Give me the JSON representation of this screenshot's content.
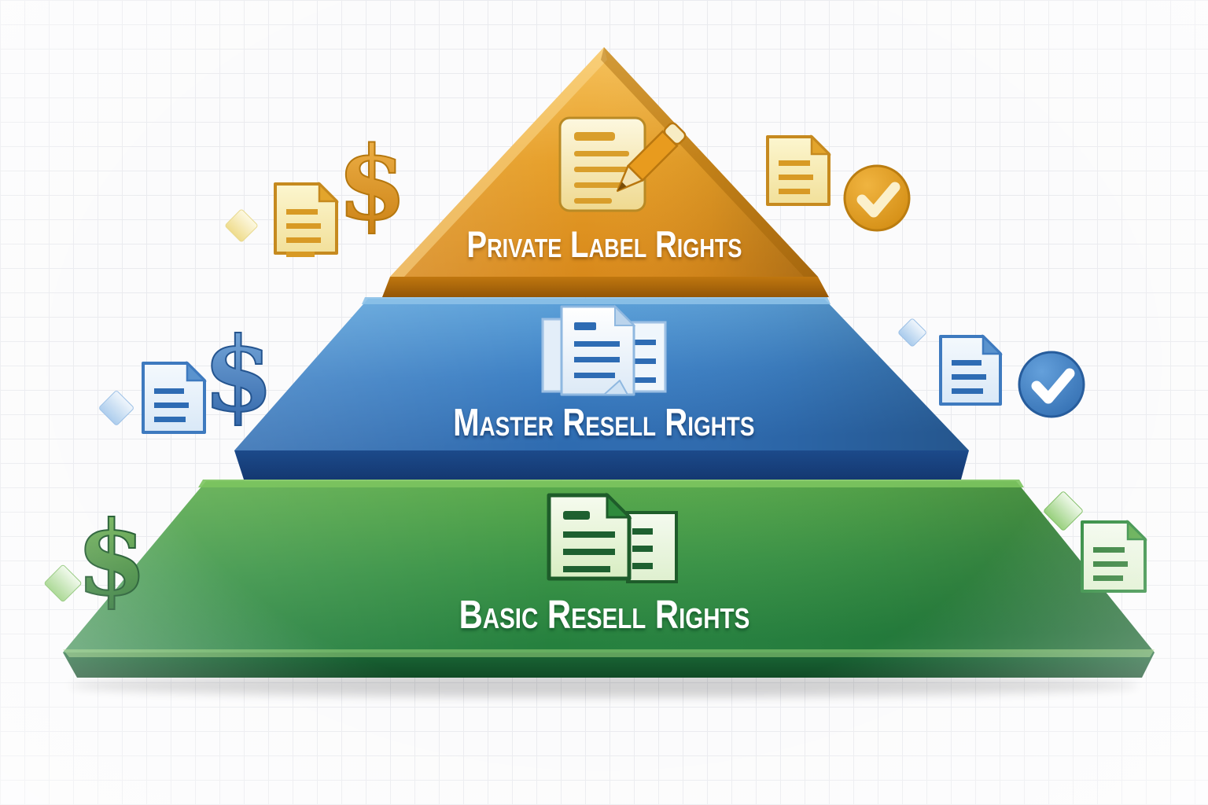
{
  "diagram_type": "three-tier pyramid infographic",
  "tiers": [
    {
      "id": "private-label-rights",
      "label": "Private Label Rights",
      "level": 1,
      "position": "top",
      "face_color": "#E69E27",
      "front_edge_color": "#A4650C",
      "icon": "document-with-pencil"
    },
    {
      "id": "master-resell-rights",
      "label": "Master Resell Rights",
      "level": 2,
      "position": "middle",
      "face_color": "#3D80C4",
      "front_edge_color": "#18427E",
      "icon": "stacked-documents"
    },
    {
      "id": "basic-resell-rights",
      "label": "Basic Resell Rights",
      "level": 3,
      "position": "bottom",
      "face_color": "#3B9447",
      "front_edge_color": "#145129",
      "icon": "stacked-documents"
    }
  ],
  "glyphs": {
    "dollar": "$"
  },
  "floating_icons": [
    {
      "name": "diamond",
      "color": "yellow",
      "position": "upper-left"
    },
    {
      "name": "document",
      "color": "yellow",
      "position": "upper-left"
    },
    {
      "name": "dollar-sign",
      "color": "orange",
      "position": "upper-left"
    },
    {
      "name": "document",
      "color": "yellow",
      "position": "upper-right"
    },
    {
      "name": "check-circle",
      "color": "orange",
      "position": "upper-right"
    },
    {
      "name": "diamond",
      "color": "blue",
      "position": "middle-left"
    },
    {
      "name": "document",
      "color": "blue",
      "position": "middle-left"
    },
    {
      "name": "dollar-sign",
      "color": "blue",
      "position": "middle-left"
    },
    {
      "name": "diamond",
      "color": "blue",
      "position": "middle-right"
    },
    {
      "name": "document",
      "color": "blue",
      "position": "middle-right"
    },
    {
      "name": "check-circle",
      "color": "blue",
      "position": "middle-right"
    },
    {
      "name": "dollar-sign",
      "color": "green",
      "position": "lower-left"
    },
    {
      "name": "diamond",
      "color": "green",
      "position": "lower-left"
    },
    {
      "name": "diamond",
      "color": "green",
      "position": "lower-right"
    },
    {
      "name": "document",
      "color": "green",
      "position": "lower-right"
    }
  ],
  "palette": {
    "orange_light": "#F6C25C",
    "orange_dark": "#D8891B",
    "blue_light": "#61A6DC",
    "blue_dark": "#2E6BB0",
    "navy_front": "#18427E",
    "green_light": "#5FAE4D",
    "green_dark": "#25803E",
    "green_front": "#145129",
    "background": "#FBFBFC",
    "grid_line": "#E9EAEE",
    "label_text": "#FFFFFF"
  },
  "background": {
    "style": "white graph-paper grid"
  }
}
